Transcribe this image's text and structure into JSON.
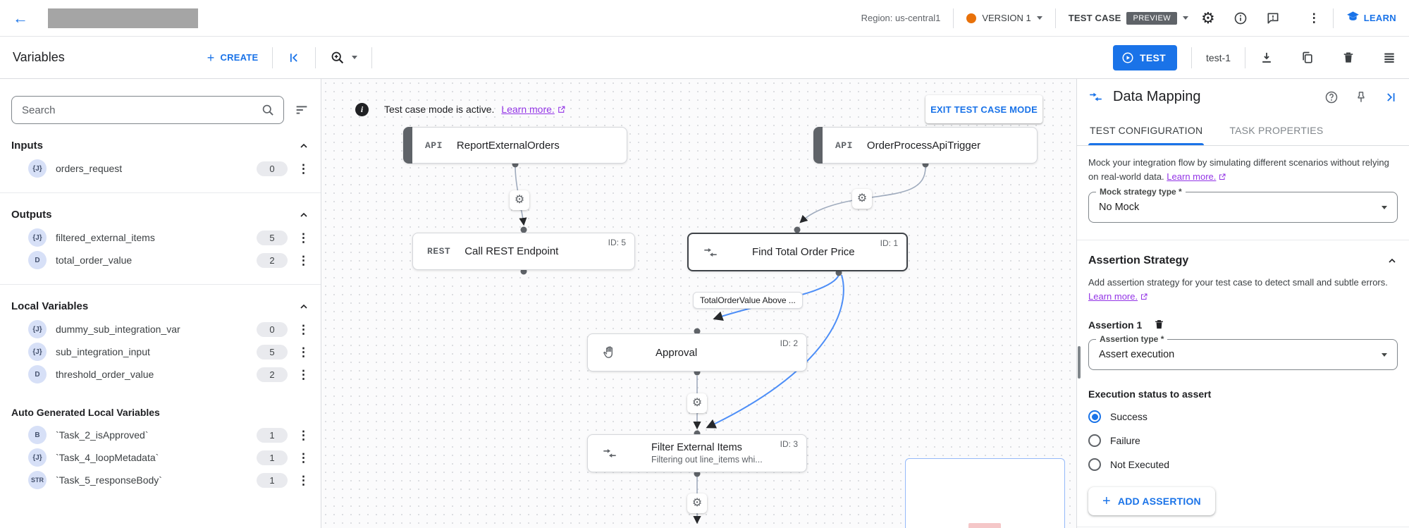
{
  "top_bar": {
    "region": "Region: us-central1",
    "version": {
      "label": "VERSION 1"
    },
    "test_case": {
      "label": "TEST CASE",
      "badge": "PREVIEW"
    },
    "learn": "LEARN"
  },
  "toolbar": {
    "title": "Variables",
    "create": "CREATE",
    "test_button": "TEST",
    "test_name": "test-1"
  },
  "sidebar": {
    "search_placeholder": "Search",
    "sections": [
      {
        "title": "Inputs",
        "items": [
          {
            "type": "{J}",
            "name": "orders_request",
            "count": "0"
          }
        ]
      },
      {
        "title": "Outputs",
        "items": [
          {
            "type": "{J}",
            "name": "filtered_external_items",
            "count": "5"
          },
          {
            "type": "D",
            "name": "total_order_value",
            "count": "2"
          }
        ]
      },
      {
        "title": "Local Variables",
        "items": [
          {
            "type": "{J}",
            "name": "dummy_sub_integration_var",
            "count": "0"
          },
          {
            "type": "{J}",
            "name": "sub_integration_input",
            "count": "5"
          },
          {
            "type": "D",
            "name": "threshold_order_value",
            "count": "2"
          }
        ]
      },
      {
        "title": "Auto Generated Local Variables",
        "items": [
          {
            "type": "B",
            "name": "`Task_2_isApproved`",
            "count": "1"
          },
          {
            "type": "{J}",
            "name": "`Task_4_loopMetadata`",
            "count": "1"
          },
          {
            "type": "STR",
            "name": "`Task_5_responseBody`",
            "count": "1"
          }
        ]
      }
    ]
  },
  "canvas": {
    "banner": {
      "text": "Test case mode is active.",
      "link": "Learn more.",
      "exit_button": "EXIT TEST CASE MODE"
    },
    "nodes": {
      "report": {
        "tag": "API",
        "title": "ReportExternalOrders"
      },
      "order_trigger": {
        "tag": "API",
        "title": "OrderProcessApiTrigger"
      },
      "rest": {
        "tag": "REST",
        "title": "Call REST Endpoint",
        "id": "ID: 5"
      },
      "find_total": {
        "title": "Find Total Order Price",
        "id": "ID: 1"
      },
      "approval": {
        "title": "Approval",
        "id": "ID: 2"
      },
      "filter": {
        "title": "Filter External Items",
        "id": "ID: 3",
        "subtitle": "Filtering out line_items whi..."
      }
    },
    "edge_label": "TotalOrderValue Above ..."
  },
  "panel": {
    "title": "Data Mapping",
    "tabs": [
      "TEST CONFIGURATION",
      "TASK PROPERTIES"
    ],
    "mock": {
      "text": "Mock your integration flow by simulating different scenarios without relying on real-world data.",
      "link": "Learn more."
    },
    "mock_field": {
      "label": "Mock strategy type *",
      "value": "No Mock"
    },
    "assertion_section": {
      "title": "Assertion Strategy",
      "text": "Add assertion strategy for your test case to detect small and subtle errors.",
      "link": "Learn more."
    },
    "assertion": {
      "label": "Assertion 1",
      "type_field": {
        "label": "Assertion type *",
        "value": "Assert execution"
      }
    },
    "status": {
      "label": "Execution status to assert",
      "options": [
        "Success",
        "Failure",
        "Not Executed"
      ],
      "selected": "Success"
    },
    "add_button": "ADD ASSERTION"
  },
  "colors": {
    "accent": "#1a73e8",
    "link_purple": "#9334e6",
    "version_dot": "#e8710a",
    "preview_badge": "#5f6368",
    "selected_node_border": "#3f4348",
    "edge_blue": "#4d8ef7"
  }
}
